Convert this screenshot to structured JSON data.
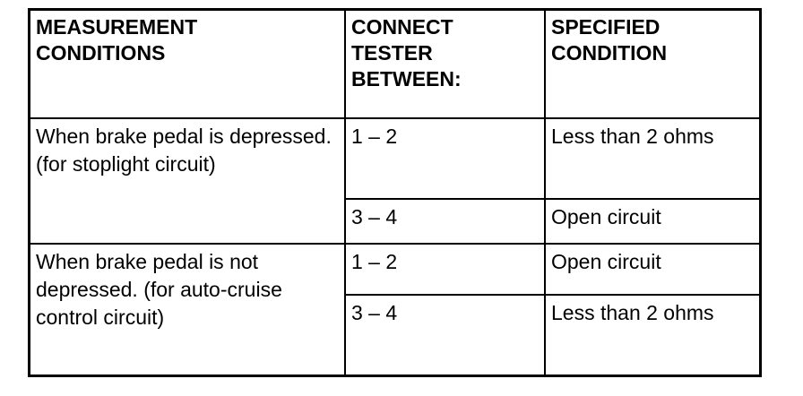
{
  "table": {
    "name": "brake-switch-continuity-spec-table",
    "headers": [
      {
        "id": "measurement-conditions",
        "label": "MEASUREMENT\nCONDITIONS"
      },
      {
        "id": "connect-tester-between",
        "label": "CONNECT\nTESTER\nBETWEEN:"
      },
      {
        "id": "specified-condition",
        "label": "SPECIFIED\nCONDITION"
      }
    ],
    "rows": [
      {
        "id": "brake-pedal-depressed",
        "condition": "When brake pedal is depressed. (for stoplight circuit)",
        "measurements": [
          {
            "terminals": "1 – 2",
            "specified": "Less than 2 ohms"
          },
          {
            "terminals": "3 – 4",
            "specified": "Open circuit"
          }
        ]
      },
      {
        "id": "brake-pedal-not-depressed",
        "condition": "When brake pedal is not depressed. (for auto-cruise control circuit)",
        "measurements": [
          {
            "terminals": "1 – 2",
            "specified": "Open circuit"
          },
          {
            "terminals": "3 – 4",
            "specified": "Less than 2 ohms"
          }
        ]
      }
    ]
  },
  "colors": {
    "background": "#ffffff",
    "border": "#000000",
    "text": "#000000"
  }
}
